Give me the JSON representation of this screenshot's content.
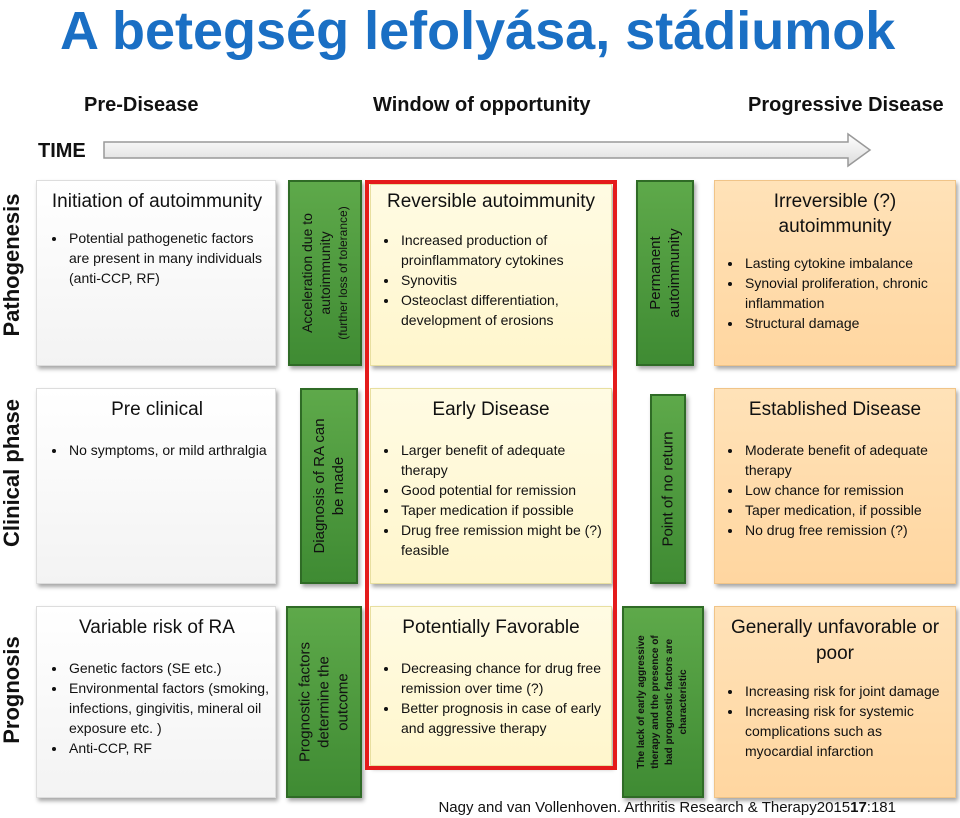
{
  "title": "A betegség lefolyása, stádiumok",
  "headers": {
    "pre_disease": "Pre-Disease",
    "window": "Window of opportunity",
    "progressive": "Progressive Disease"
  },
  "time_label": "TIME",
  "row_labels": {
    "pathogenesis": "Pathogenesis",
    "clinical": "Clinical phase",
    "prognosis": "Prognosis"
  },
  "pathogenesis": {
    "col1": {
      "title": "Initiation of autoimmunity",
      "items": [
        "Potential pathogenetic factors are present in many individuals (anti-CCP, RF)"
      ]
    },
    "transition1": {
      "line1": "Acceleration due to",
      "line2": "autoimmunity",
      "line3": "(further loss of tolerance)"
    },
    "col2": {
      "title": "Reversible autoimmunity",
      "items": [
        "Increased production of proinflammatory cytokines",
        "Synovitis",
        "Osteoclast differentiation, development of erosions"
      ]
    },
    "transition2": {
      "line1": "Permanent",
      "line2": "autoimmunity"
    },
    "col3": {
      "title": "Irreversible (?) autoimmunity",
      "items": [
        "Lasting cytokine imbalance",
        "Synovial proliferation, chronic inflammation",
        "Structural damage"
      ]
    }
  },
  "clinical": {
    "col1": {
      "title": "Pre clinical",
      "items": [
        "No symptoms, or mild arthralgia"
      ]
    },
    "transition1": {
      "line1": "Diagnosis of RA can",
      "line2": "be made"
    },
    "col2": {
      "title": "Early Disease",
      "items": [
        "Larger benefit of adequate therapy",
        "Good potential for remission",
        "Taper medication if possible",
        "Drug free remission might be (?) feasible"
      ]
    },
    "transition2": {
      "line1": "Point of no return"
    },
    "col3": {
      "title": "Established Disease",
      "items": [
        "Moderate benefit of adequate therapy",
        "Low chance for remission",
        "Taper medication, if possible",
        "No drug free remission (?)"
      ]
    }
  },
  "prognosis": {
    "col1": {
      "title": "Variable risk of RA",
      "items": [
        "Genetic factors (SE etc.)",
        "Environmental factors (smoking, infections, gingivitis, mineral oil exposure etc. )",
        "Anti-CCP, RF"
      ]
    },
    "transition1": {
      "line1": "Prognostic factors",
      "line2": "determine the",
      "line3": "outcome"
    },
    "col2": {
      "title": "Potentially Favorable",
      "items": [
        "Decreasing chance for drug free remission over time (?)",
        "Better prognosis in case of early and aggressive therapy"
      ]
    },
    "transition2": {
      "line1": "The lack of early aggressive",
      "line2": "therapy and the presence of",
      "line3": "bad prognostic factors are",
      "line4": "characteristic"
    },
    "col3": {
      "title": "Generally unfavorable or poor",
      "items": [
        "Increasing risk for joint damage",
        "Increasing risk for systemic complications such as myocardial infarction"
      ]
    }
  },
  "citation": {
    "text": "Nagy and van Vollenhoven. Arthritis Research & Therapy2015",
    "volume": "17",
    "page": ":181"
  },
  "colors": {
    "title": "#1a6fc4",
    "frame": "#e41b1b",
    "green": "#4a9a3c",
    "yellow": "#fff6cc",
    "orange": "#ffd6a0"
  }
}
